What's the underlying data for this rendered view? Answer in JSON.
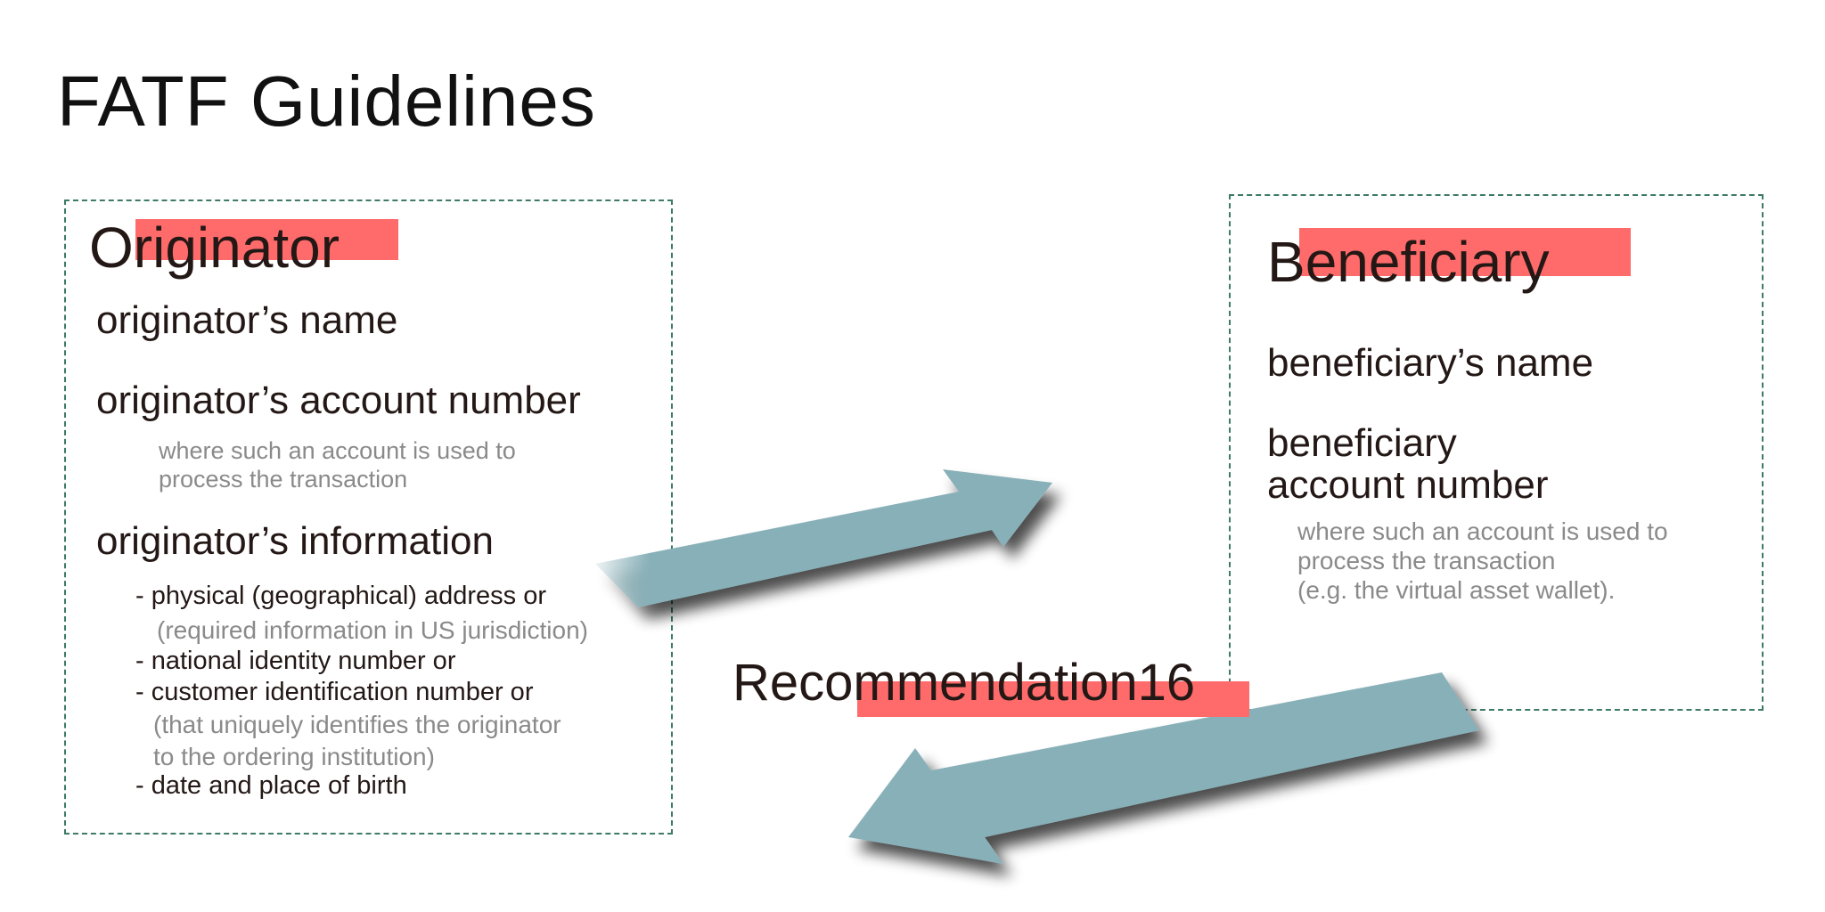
{
  "title": "FATF Guidelines",
  "originator": {
    "heading": "Originator",
    "name": "originator’s name",
    "account_number": "originator’s account number",
    "account_note_line1": "where such an account is used to",
    "account_note_line2": "process the transaction",
    "information": "originator’s information",
    "bullet1": "- physical (geographical) address or",
    "bullet1_note": "(required information in US jurisdiction)",
    "bullet2": "- national identity number or",
    "bullet3": "- customer identification number or",
    "bullet3_note_line1": "(that uniquely identifies the originator",
    "bullet3_note_line2": "to the ordering institution)",
    "bullet4": "- date and place of birth"
  },
  "beneficiary": {
    "heading": "Beneficiary",
    "name": "beneficiary’s name",
    "account_line1": "beneficiary",
    "account_line2": "account number",
    "note_line1": "where such an account is used to",
    "note_line2": "process the transaction",
    "note_line3": "(e.g. the virtual asset wallet)."
  },
  "recommendation": "Recommendation16",
  "colors": {
    "highlight": "#ff6b6b",
    "arrow": "#88b0b8",
    "border": "#3d7a68"
  },
  "icons": [
    "arrow-right-icon",
    "arrow-left-icon"
  ]
}
